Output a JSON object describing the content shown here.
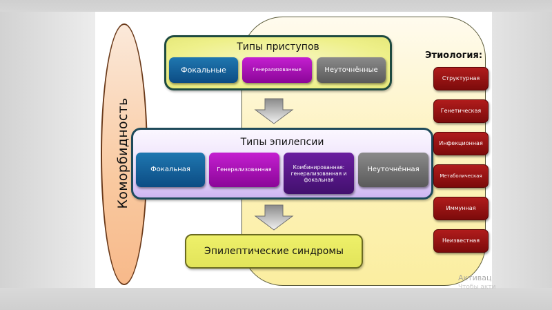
{
  "diagram": {
    "comorbidity_label": "Коморбидность",
    "seizure_types": {
      "title": "Типы приступов",
      "items": [
        {
          "label": "Фокальные",
          "color": "#0c4c84"
        },
        {
          "label": "Генерализованные",
          "color": "#a110b0"
        },
        {
          "label": "Неуточнённые",
          "color": "#6a6a6a"
        }
      ]
    },
    "epilepsy_types": {
      "title": "Типы эпилепсии",
      "items": [
        {
          "label": "Фокальная",
          "color": "#0c4c84"
        },
        {
          "label": "Генерализованная",
          "color": "#a110b0"
        },
        {
          "label": "Комбинированная: генерализованная и фокальная",
          "color": "#4f1580"
        },
        {
          "label": "Неуточнённая",
          "color": "#6a6a6a"
        }
      ]
    },
    "syndromes": {
      "label": "Эпилептические синдромы"
    },
    "etiology": {
      "title": "Этиология:",
      "color": "#961414",
      "items": [
        {
          "label": "Структурная"
        },
        {
          "label": "Генетическая"
        },
        {
          "label": "Инфекционная"
        },
        {
          "label": "Метаболическая"
        },
        {
          "label": "Иммунная"
        },
        {
          "label": "Неизвестная"
        }
      ]
    },
    "arrows": [
      "arrow-down-icon",
      "arrow-down-icon"
    ]
  },
  "watermark": {
    "line1": "Активац",
    "line2": "Чтобы акти"
  }
}
